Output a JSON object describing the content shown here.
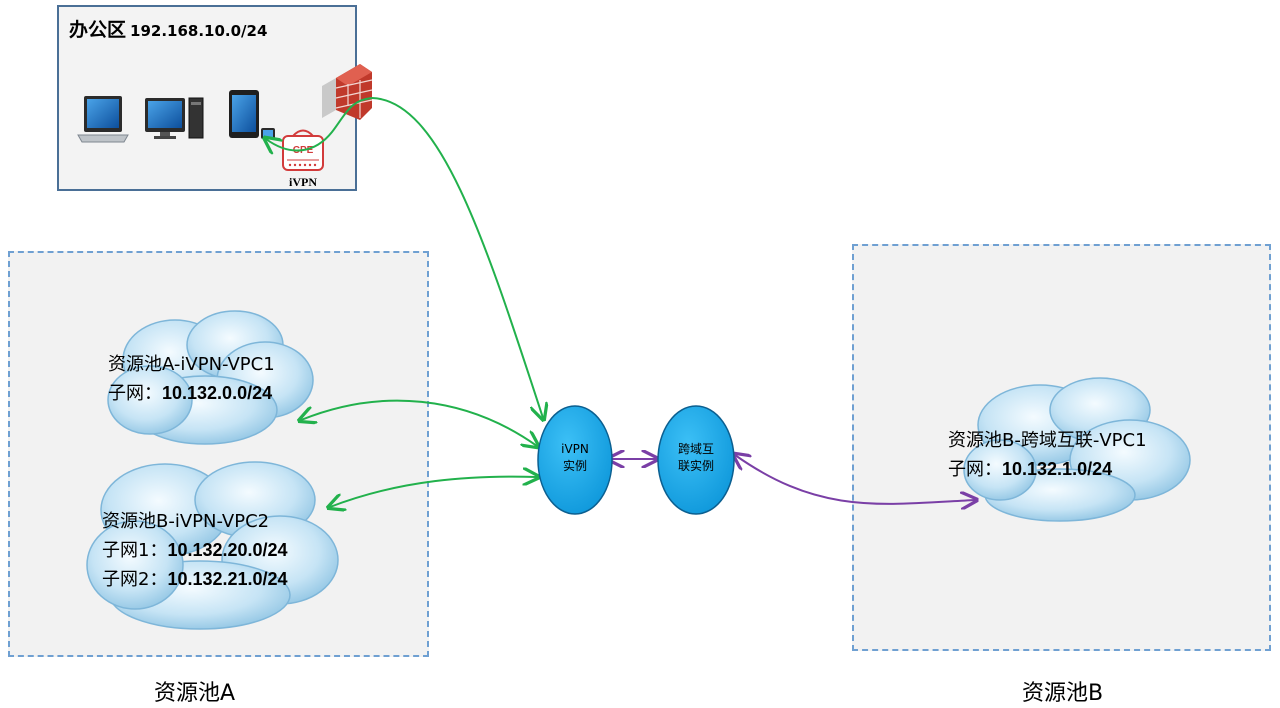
{
  "office": {
    "title": "办公区",
    "subnet": "192.168.10.0/24",
    "cpe_label": "CPE",
    "ivpn_label": "iVPN"
  },
  "pools": {
    "a_label": "资源池A",
    "b_label": "资源池B"
  },
  "vpcs": {
    "vpc1": {
      "name": "资源池A-iVPN-VPC1",
      "subnet_label": "子网：",
      "subnet": "10.132.0.0/24"
    },
    "vpc2": {
      "name": "资源池B-iVPN-VPC2",
      "subnet1_label": "子网1：",
      "subnet1": "10.132.20.0/24",
      "subnet2_label": "子网2：",
      "subnet2": "10.132.21.0/24"
    },
    "vpcb": {
      "name": "资源池B-跨域互联-VPC1",
      "subnet_label": "子网：",
      "subnet": "10.132.1.0/24"
    }
  },
  "nodes": {
    "ivpn": {
      "line1": "iVPN",
      "line2": "实例"
    },
    "cross": {
      "line1": "跨域互",
      "line2": "联实例"
    }
  },
  "colors": {
    "green_link": "#22b14c",
    "purple_link": "#7a3fa6",
    "node_fill": "#1ea8e8",
    "cloud_fill": "#bfe0f2",
    "firewall": "#c0392b"
  },
  "icons": [
    "laptop-icon",
    "desktop-icon",
    "tablet-icon",
    "firewall-icon",
    "router-icon",
    "cloud-icon"
  ]
}
